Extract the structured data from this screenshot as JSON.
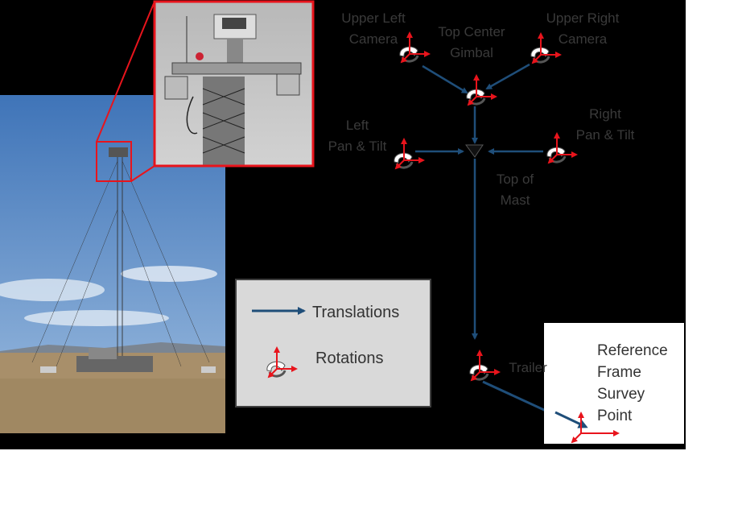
{
  "labels": {
    "upper_left_camera": "Upper Left\nCamera",
    "top_center_gimbal": "Top Center\nGimbal",
    "upper_right_camera": "Upper Right\nCamera",
    "left_pan_tilt": "Left\nPan & Tilt",
    "right_pan_tilt": "Right\nPan & Tilt",
    "top_of_mast": "Top of\nMast",
    "trailer": "Trailer",
    "reference_frame": "Reference\nFrame\nSurvey\nPoint"
  },
  "legend": {
    "translations": "Translations",
    "rotations": "Rotations"
  },
  "colors": {
    "background": "#000000",
    "translation_arrow": "#1f4e79",
    "axis": "#e8141c",
    "zoom_outline": "#e8141c",
    "sky": "#5d8fc4",
    "ground": "#a88f6a"
  }
}
